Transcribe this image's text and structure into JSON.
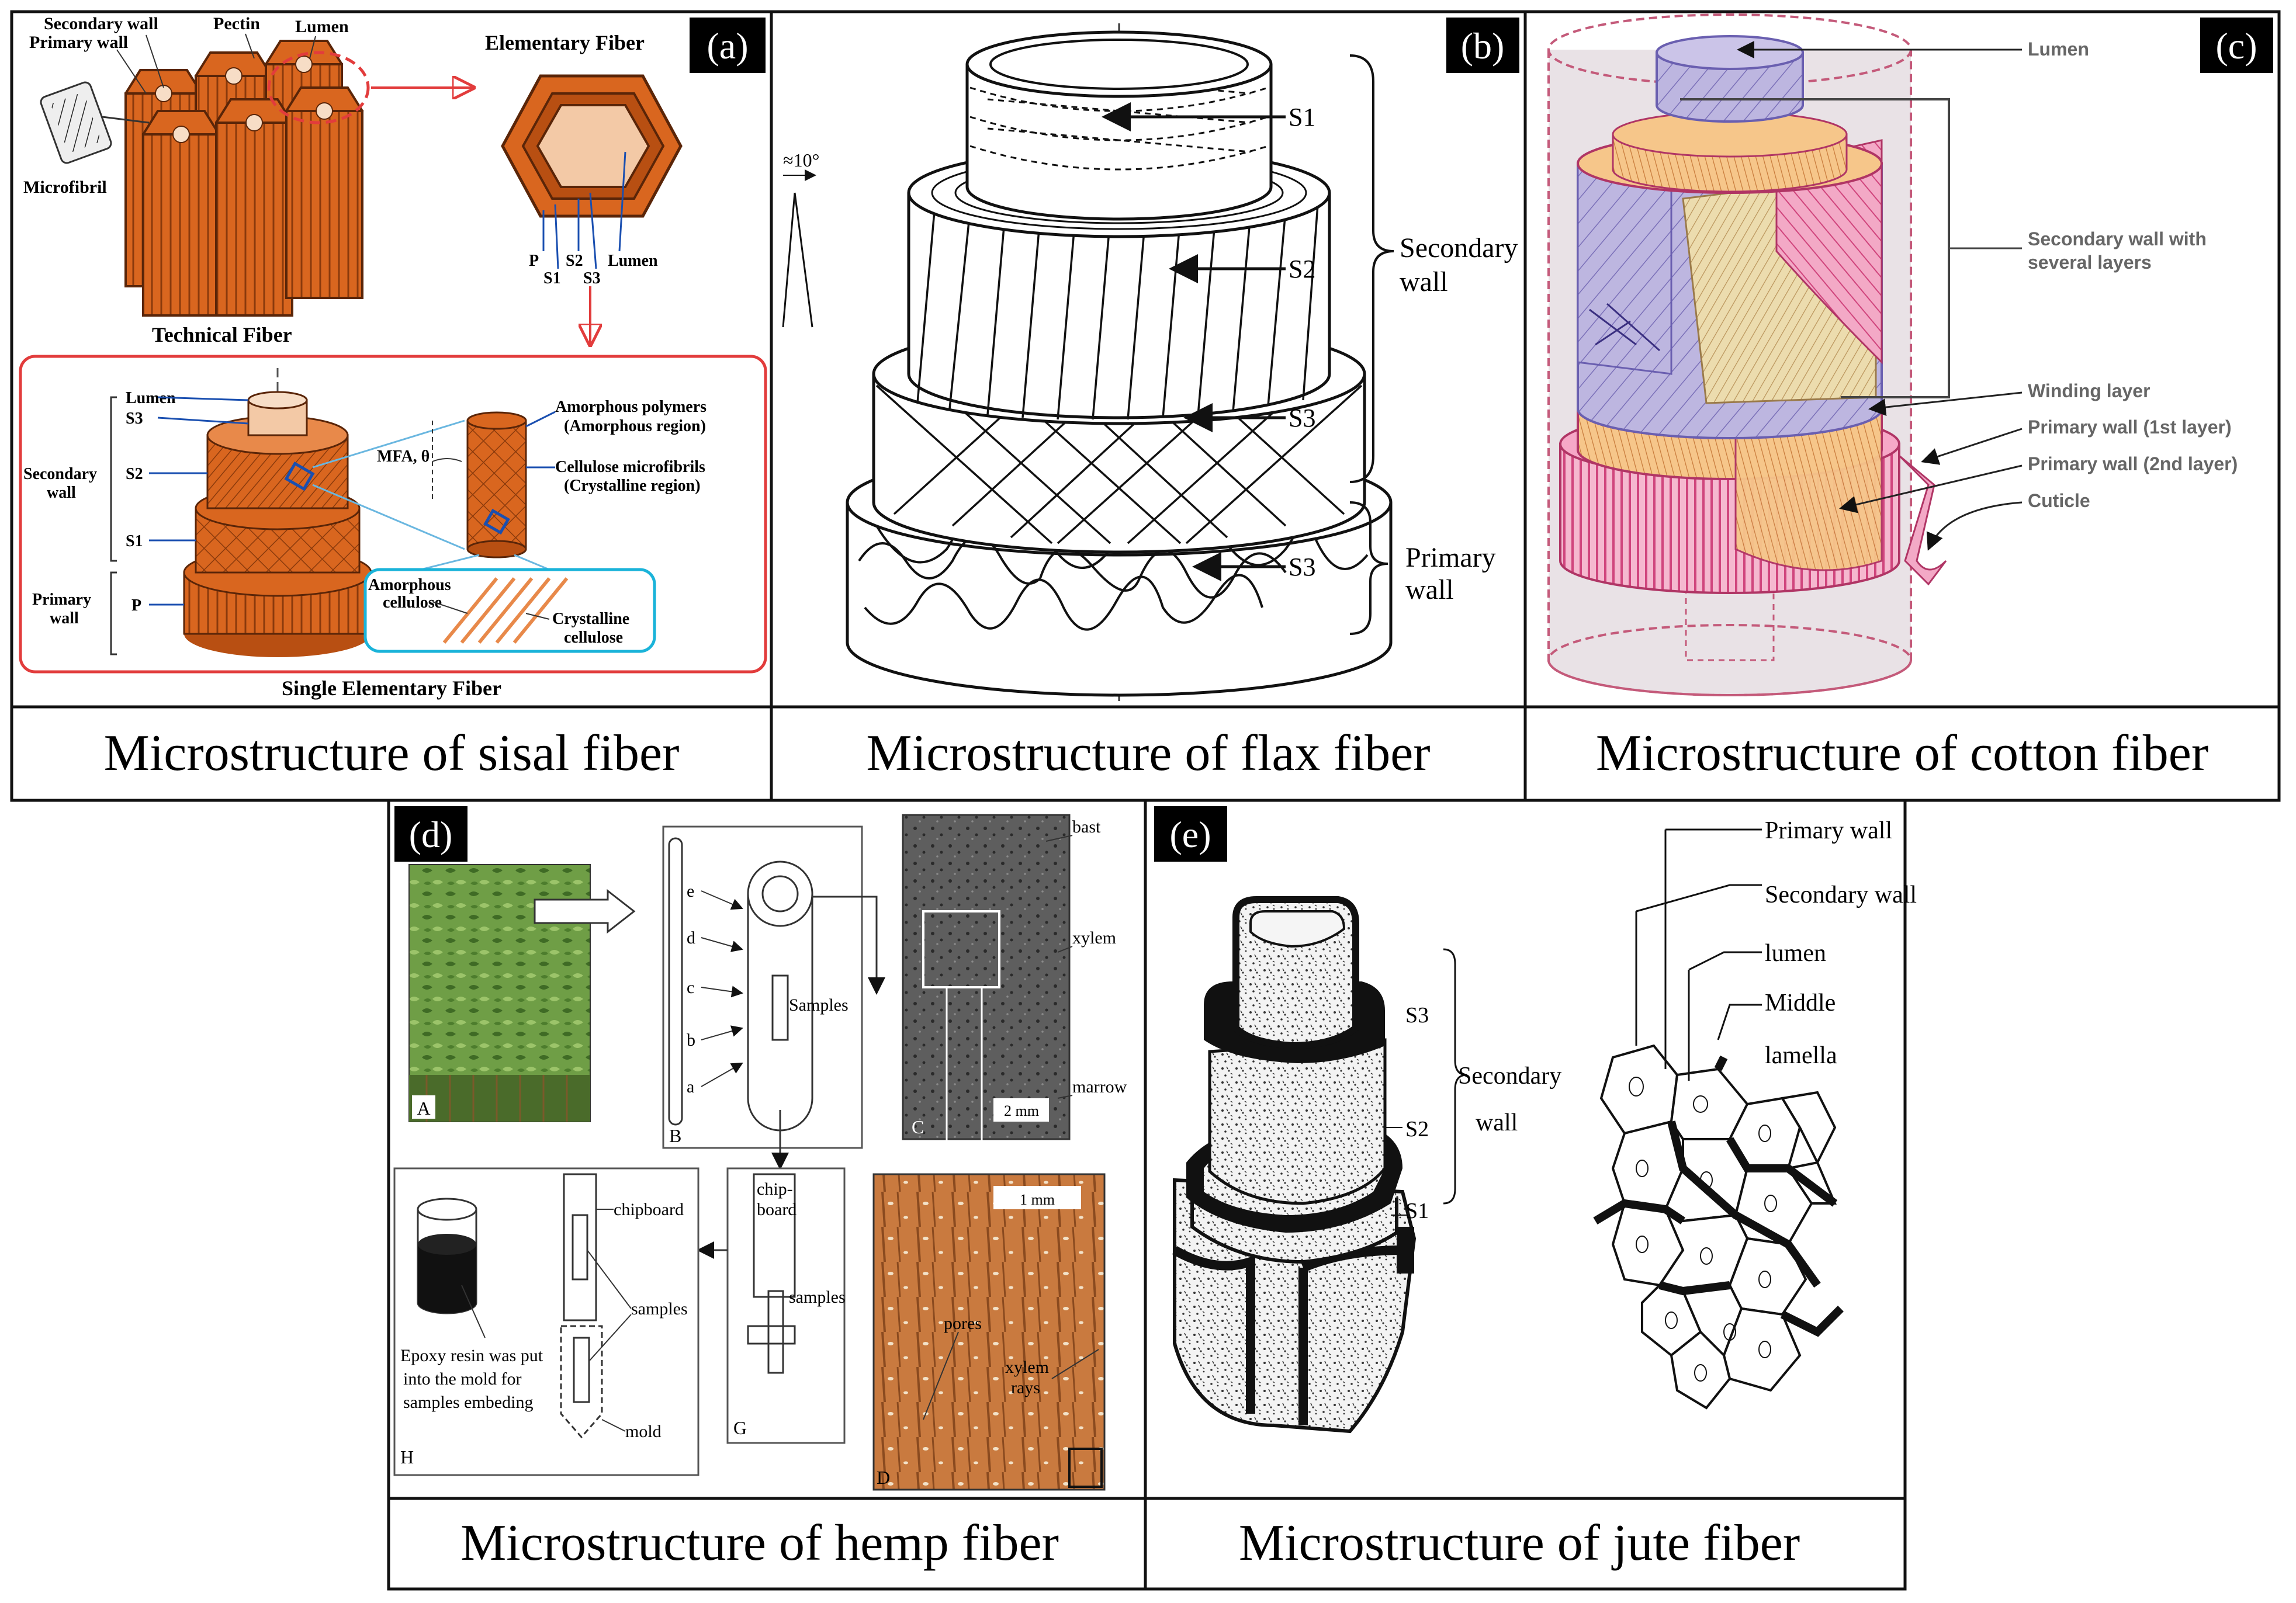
{
  "panels": {
    "a": {
      "letter": "(a)",
      "caption": "Microstructure of sisal fiber",
      "labels": {
        "secondary_wall": "Secondary wall",
        "primary_wall": "Primary wall",
        "pectin": "Pectin",
        "lumen": "Lumen",
        "microfibril": "Microfibril",
        "technical_fiber": "Technical Fiber",
        "elementary_fiber": "Elementary Fiber",
        "p": "P",
        "s1": "S1",
        "s2": "S2",
        "s3": "S3",
        "lumen2": "Lumen",
        "lumen3": "Lumen",
        "s3b": "S3",
        "secondary_wall_2": "Secondary",
        "secondary_wall_2b": "wall",
        "s2b": "S2",
        "s1b": "S1",
        "primary_wall_2": "Primary",
        "primary_wall_2b": "wall",
        "pb": "P",
        "mfa": "MFA, θ",
        "amorphous_polymers": "Amorphous polymers",
        "amorphous_region": "(Amorphous region)",
        "cellulose_microfibrils": "Cellulose microfibrils",
        "crystalline_region": "(Crystalline region)",
        "amorphous_cellulose_1": "Amorphous",
        "amorphous_cellulose_2": "cellulose",
        "crystalline_cellulose_1": "Crystalline",
        "crystalline_cellulose_2": "cellulose",
        "single_elementary_fiber": "Single Elementary Fiber"
      }
    },
    "b": {
      "letter": "(b)",
      "caption": "Microstructure of flax fiber",
      "labels": {
        "angle": "≈10°",
        "s1": "S1",
        "s2": "S2",
        "s3": "S3",
        "s3b": "S3",
        "secondary_1": "Secondary",
        "secondary_2": "wall",
        "primary_1": "Primary",
        "primary_2": "wall"
      }
    },
    "c": {
      "letter": "(c)",
      "caption": "Microstructure of cotton fiber",
      "labels": {
        "lumen": "Lumen",
        "secondary_1": "Secondary wall with",
        "secondary_2": "several layers",
        "winding": "Winding layer",
        "primary1": "Primary wall (1st layer)",
        "primary2": "Primary wall (2nd layer)",
        "cuticle": "Cuticle"
      }
    },
    "d": {
      "letter": "(d)",
      "caption": "Microstructure of hemp fiber",
      "labels": {
        "A": "A",
        "B": "B",
        "C": "C",
        "D": "D",
        "G": "G",
        "H": "H",
        "e": "e",
        "d": "d",
        "c": "c",
        "b": "b",
        "a": "a",
        "samples": "Samples",
        "bast": "bast",
        "xylem": "xylem",
        "marrow": "marrow",
        "scale_2mm": "2 mm",
        "scale_1mm": "1 mm",
        "chipboard": "chipboard",
        "chip": "chip-",
        "board": "board",
        "samples2": "samples",
        "samples3": "samples",
        "mold": "mold",
        "pores": "pores",
        "xylem_rays_1": "xylem",
        "xylem_rays_2": "rays",
        "epoxy_1": "Epoxy resin was put",
        "epoxy_2": "into the mold for",
        "epoxy_3": "samples embeding"
      }
    },
    "e": {
      "letter": "(e)",
      "caption": "Microstructure of jute fiber",
      "labels": {
        "s3": "S3",
        "s2": "S2",
        "s1": "S1",
        "secondary_1": "Secondary",
        "secondary_2": "wall",
        "primary_wall": "Primary wall",
        "secondary_wall": "Secondary wall",
        "lumen": "lumen",
        "middle": "Middle",
        "lamella": "lamella"
      }
    }
  },
  "colors": {
    "sisal_orange": "#d9661f",
    "sisal_dark": "#8a3a0c",
    "sisal_light": "#f3c9a6",
    "red_frame": "#e23c3c",
    "cyan_frame": "#1ab3d9",
    "cotton_pink": "#e06a9a",
    "cotton_lavender": "#b9b3dc",
    "cotton_peach": "#f2c99a",
    "cotton_tan": "#ead8a8",
    "hemp_green": "#5a8a3a",
    "hemp_brown": "#c97a3f"
  }
}
